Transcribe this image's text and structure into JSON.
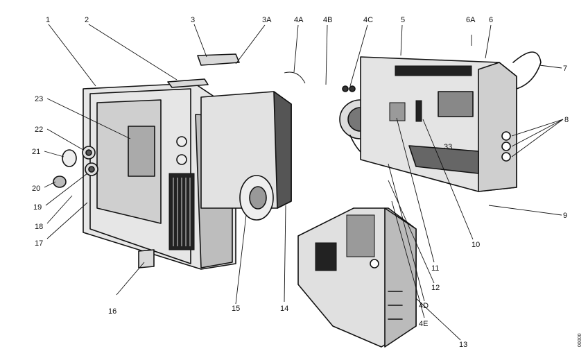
{
  "callouts": [
    {
      "id": "c1",
      "text": "1"
    },
    {
      "id": "c2",
      "text": "2"
    },
    {
      "id": "c3",
      "text": "3"
    },
    {
      "id": "c3A",
      "text": "3A"
    },
    {
      "id": "c4A",
      "text": "4A"
    },
    {
      "id": "c4B",
      "text": "4B"
    },
    {
      "id": "c4C",
      "text": "4C"
    },
    {
      "id": "c5",
      "text": "5"
    },
    {
      "id": "c6A",
      "text": "6A"
    },
    {
      "id": "c6",
      "text": "6"
    },
    {
      "id": "c7",
      "text": "7"
    },
    {
      "id": "c8",
      "text": "8"
    },
    {
      "id": "c9",
      "text": "9"
    },
    {
      "id": "c10",
      "text": "10"
    },
    {
      "id": "c11",
      "text": "11"
    },
    {
      "id": "c12",
      "text": "12"
    },
    {
      "id": "c4D",
      "text": "4D"
    },
    {
      "id": "c4E",
      "text": "4E"
    },
    {
      "id": "c13",
      "text": "13"
    },
    {
      "id": "c14",
      "text": "14"
    },
    {
      "id": "c15",
      "text": "15"
    },
    {
      "id": "c16",
      "text": "16"
    },
    {
      "id": "c17",
      "text": "17"
    },
    {
      "id": "c18",
      "text": "18"
    },
    {
      "id": "c19",
      "text": "19"
    },
    {
      "id": "c20",
      "text": "20"
    },
    {
      "id": "c21",
      "text": "21"
    },
    {
      "id": "c22",
      "text": "22"
    },
    {
      "id": "c23",
      "text": "23"
    }
  ],
  "panel_mark": "33",
  "margin_code": "00000"
}
